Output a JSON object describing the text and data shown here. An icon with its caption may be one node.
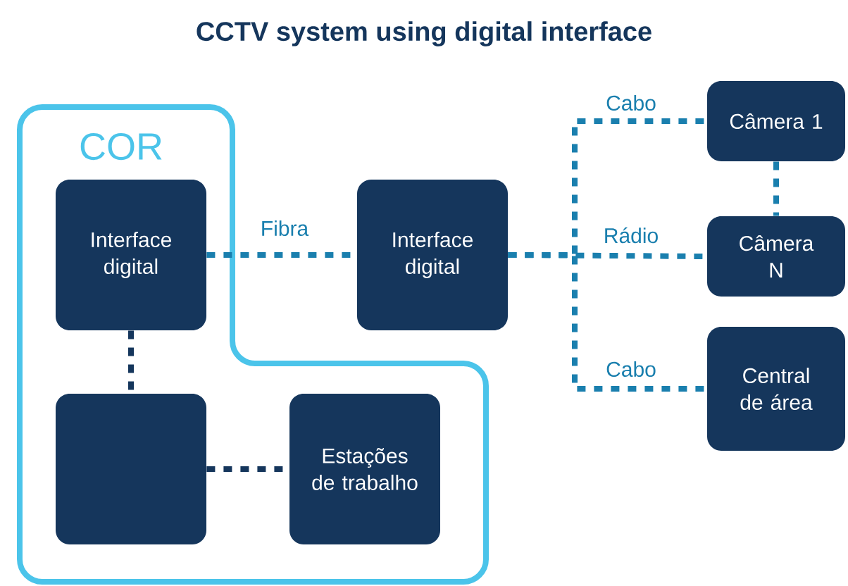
{
  "diagram": {
    "title": "CCTV system using digital interface",
    "nodes": [
      {
        "text": [
          "COR"
        ]
      },
      {
        "text": [
          "Interface digital"
        ],
        "in": 0
      },
      {
        "text": [],
        "shape": "box",
        "in": 0
      },
      {
        "text": [
          "Estações de trabalho"
        ],
        "in": 0
      },
      {
        "text": [
          "Interface digital"
        ]
      },
      {
        "text": [
          "Câmera 1"
        ]
      },
      {
        "text": [
          "Câmera N"
        ]
      },
      {
        "text": [
          "Central de área"
        ]
      }
    ],
    "edges": [
      {
        "from": 1,
        "to": 2,
        "arrow": "none",
        "color": "#15365c"
      },
      {
        "from": 2,
        "to": 3,
        "arrow": "none",
        "color": "#15365c"
      },
      {
        "from": 1,
        "to": 4,
        "arrow": "none",
        "label": "Fibra"
      },
      {
        "from": 4,
        "to": 5,
        "arrow": "none",
        "label": "Cabo"
      },
      {
        "from": 4,
        "to": 6,
        "arrow": "none",
        "label": "Rádio"
      },
      {
        "from": 4,
        "to": 7,
        "arrow": "none",
        "label": "Cabo"
      },
      {
        "from": 5,
        "to": 6,
        "arrow": "none"
      }
    ]
  }
}
